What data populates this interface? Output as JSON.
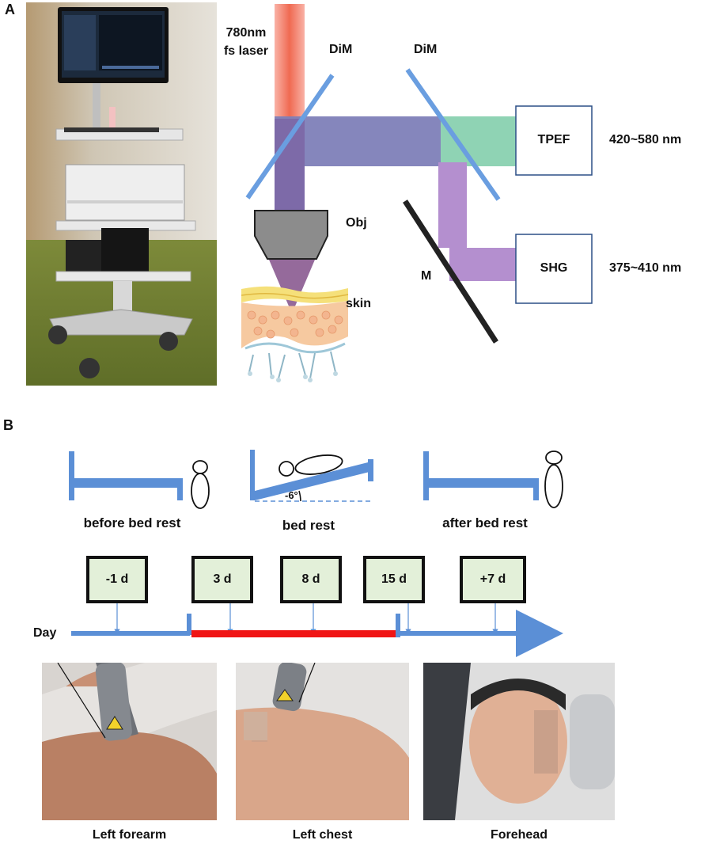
{
  "panel_a": {
    "label": "A",
    "laser_line1": "780nm",
    "laser_line2": "fs laser",
    "dim_left": "DiM",
    "dim_right": "DiM",
    "obj": "Obj",
    "skin": "skin",
    "mirror": "M",
    "tpef_box": "TPEF",
    "tpef_range": "420~580 nm",
    "shg_box": "SHG",
    "shg_range": "375~410 nm",
    "colors": {
      "laser": "#f06a52",
      "dichroic": "#6a9ee0",
      "main_beam": "#7e7fb8",
      "tpef_beam": "#8fd3b4",
      "shg_beam": "#b48fcf",
      "mirror": "#222222",
      "objective": "#8c8c8c",
      "box_border": "#2b4f86"
    }
  },
  "panel_b": {
    "label": "B",
    "bed_before": "before bed rest",
    "bed_during": "bed rest",
    "bed_after": "after bed rest",
    "tilt_angle": "-6°",
    "timeline_label": "Day",
    "timepoints": [
      "-1 d",
      "3 d",
      "8 d",
      "15 d",
      "+7 d"
    ],
    "photos": [
      "Left forearm",
      "Left chest",
      "Forehead"
    ],
    "colors": {
      "bed": "#5b8fd6",
      "timeline": "#5b8fd6",
      "bed_rest_bar": "#f01515",
      "box_fill": "#e3f0d9",
      "box_border": "#111111"
    }
  }
}
